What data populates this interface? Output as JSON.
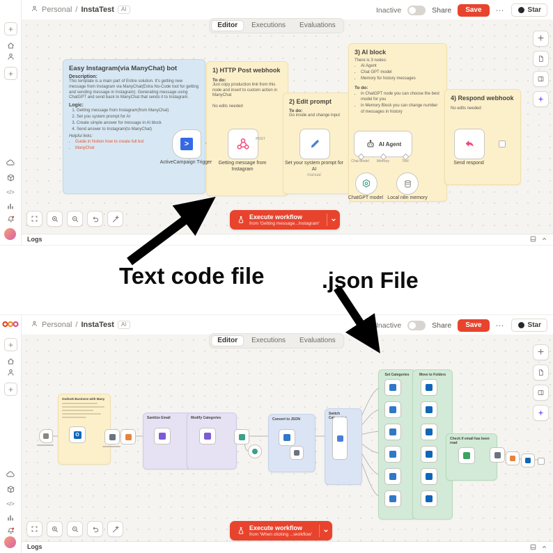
{
  "annotations": {
    "label_code": "Text code file",
    "label_json": ".json File"
  },
  "chrome": {
    "breadcrumb_home": "Personal",
    "breadcrumb_sep": "/",
    "workflow_name": "InstaTest",
    "workflow_tag": "AI",
    "status_label": "Inactive",
    "share_label": "Share",
    "save_label": "Save",
    "more_label": "⋯",
    "star_label": "Star",
    "tabs": [
      {
        "label": "Editor"
      },
      {
        "label": "Executions"
      },
      {
        "label": "Evaluations"
      }
    ],
    "logs_label": "Logs"
  },
  "top": {
    "execute": {
      "title": "Execute workflow",
      "subtitle": "from 'Getting message...Instagram'"
    },
    "sticky_main": {
      "title": "Easy Instagram(via ManyChat) bot",
      "desc_heading": "Description:",
      "desc_body": "This template is a main part of Entire solution. It's getting new message from Instagram via ManyChat(Extra No-Code tool for getting and sending message in Instagram). Generating message using ChatGPT and send back to ManyChat that sends it to Instagram.",
      "logic_heading": "Logic:",
      "logic_items": [
        "Getting message from Instagram(from ManyChat)",
        "Set you system prompt for AI",
        "Create simple answer for message in AI block",
        "Send answer to Instagram(to ManyChat)"
      ],
      "links_heading": "Helpful links:",
      "links": [
        "Guide in Notion how to create full bot",
        "ManyChat"
      ]
    },
    "sticky_http": {
      "title": "1) HTTP Post webhook",
      "todo_heading": "To do:",
      "todo_body": "Just copy production link from this node and insert to custom action in ManyChat",
      "note": "No edits needed"
    },
    "sticky_prompt": {
      "title": "2) Edit prompt",
      "todo_heading": "To do:",
      "todo_body": "Go inside and change input"
    },
    "sticky_ai": {
      "title": "3) AI block",
      "intro": "There is 3 nodes:",
      "nodes_list": [
        "AI Agent",
        "Chat GPT model",
        "Memory for history messages"
      ],
      "todo_heading": "To do:",
      "todo_items": [
        "in ChatGPT node you can choose the best model for you",
        "in Memory Block you can change number of messages in history"
      ]
    },
    "sticky_respond": {
      "title": "4) Respond webhook",
      "note": "No edits needed"
    },
    "nodes": {
      "trigger_label": "ActiveCampaign Trigger",
      "webhook_label": "Getting message from Instagram",
      "method_badge": "POST",
      "set_label": "Set your system prompt for AI",
      "set_sub": "manual",
      "agent_label": "AI Agent",
      "port_chat_model": "Chat Model",
      "port_memory": "Memory",
      "port_tool": "Tool",
      "chatgpt_label": "ChatGPT model",
      "memory_label": "Local n8n memory",
      "respond_label": "Send respond"
    }
  },
  "bottom": {
    "execute": {
      "title": "Execute workflow",
      "subtitle": "from 'When clicking ...workflow'"
    },
    "stickies": {
      "outlook": "Outlook Business with Many",
      "sanitize": "Sanitize Email",
      "modify": "Modify Categories",
      "convert": "Convert to JSON",
      "switch": "Switch Categories",
      "set_categories": "Set Categories",
      "move_to_folders": "Move to Folders",
      "check_read": "Check if email has been read"
    }
  }
}
